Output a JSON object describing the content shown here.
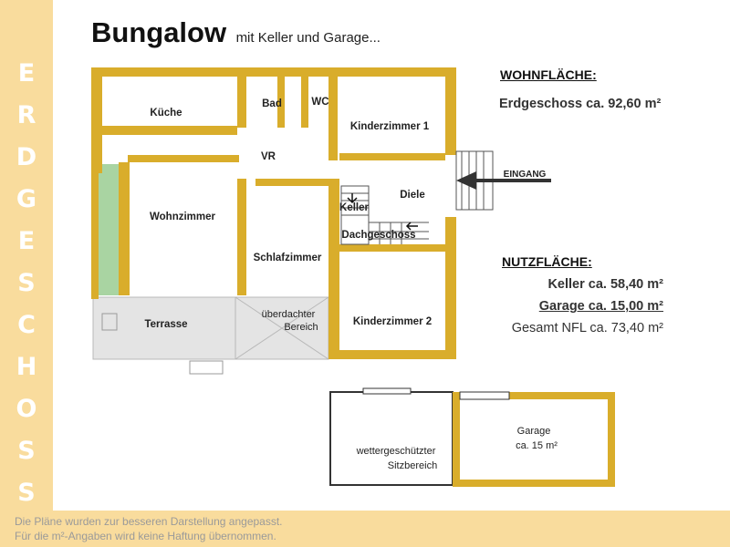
{
  "sidebar": {
    "letters": [
      "E",
      "R",
      "D",
      "G",
      "E",
      "S",
      "C",
      "H",
      "O",
      "S",
      "S"
    ]
  },
  "title": {
    "main": "Bungalow",
    "sub": "mit Keller und Garage..."
  },
  "rooms": {
    "kueche": "Küche",
    "bad": "Bad",
    "wc": "WC",
    "kinderzimmer1": "Kinderzimmer 1",
    "vr": "VR",
    "eingang": "EINGANG",
    "wohnzimmer": "Wohnzimmer",
    "keller": "Keller",
    "diele": "Diele",
    "dachgeschoss": "Dachgeschoss",
    "schlafzimmer": "Schlafzimmer",
    "terrasse": "Terrasse",
    "ueberdacht_1": "überdachter",
    "ueberdacht_2": "Bereich",
    "kinderzimmer2": "Kinderzimmer 2",
    "wetter_1": "wettergeschützter",
    "wetter_2": "Sitzbereich",
    "garage_1": "Garage",
    "garage_2": "ca. 15 m²"
  },
  "wohnflaeche": {
    "heading": "WOHNFLÄCHE:",
    "erdgeschoss": "Erdgeschoss ca. 92,60 m²"
  },
  "nutzflaeche": {
    "heading": "NUTZFLÄCHE:",
    "keller": "Keller ca. 58,40 m²",
    "garage": "Garage ca. 15,00 m²",
    "gesamt": "Gesamt NFL ca. 73,40 m²"
  },
  "footer": {
    "line1": "Die Pläne wurden zur besseren Darstellung angepasst.",
    "line2": "Für die m²-Angaben wird keine Haftung übernommen."
  },
  "colors": {
    "wall": "#d9ad2b",
    "sidebar": "#f9dc9d",
    "garden": "#a9d4a2",
    "terrace": "#e4e4e4"
  }
}
